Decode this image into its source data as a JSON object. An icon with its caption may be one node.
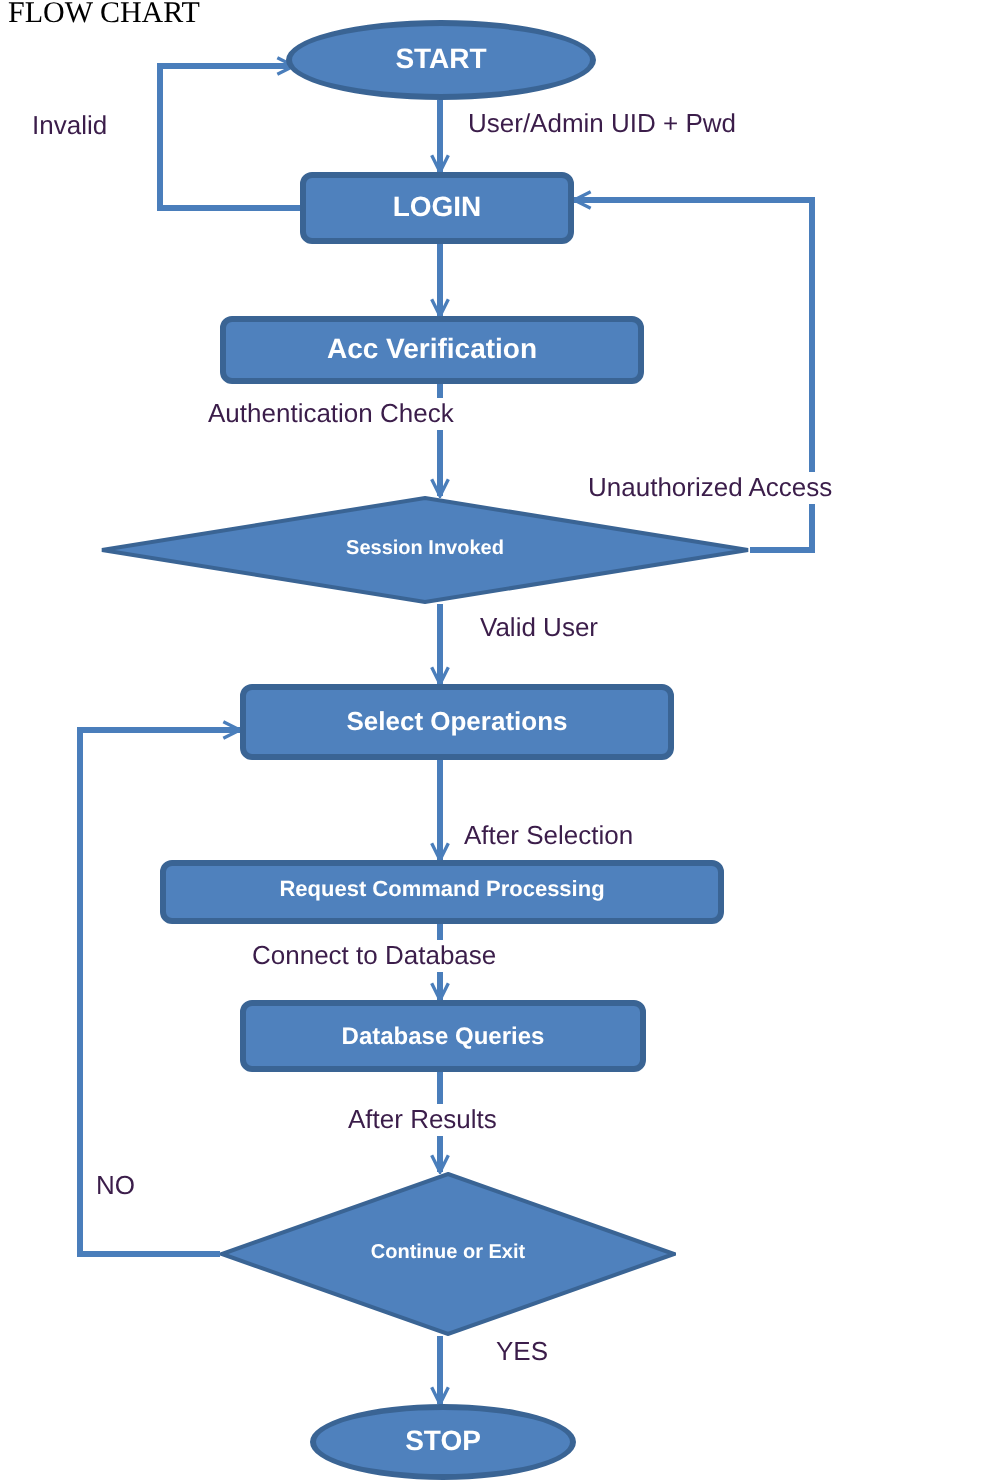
{
  "diagram": {
    "title": "FLOW CHART",
    "nodes": [
      {
        "text": [
          "START"
        ]
      },
      {
        "text": [
          "LOGIN"
        ]
      },
      {
        "text": [
          "Acc Verification"
        ]
      },
      {
        "text": [
          "Session Invoked"
        ]
      },
      {
        "text": [
          "Select Operations"
        ]
      },
      {
        "text": [
          "Request Command Processing"
        ]
      },
      {
        "text": [
          "Database Queries"
        ]
      },
      {
        "text": [
          "Continue or Exit"
        ]
      },
      {
        "text": [
          "STOP"
        ]
      }
    ],
    "edges": [
      {
        "from": 0,
        "to": 1,
        "arrow": "to",
        "label": "User/Admin UID + Pwd"
      },
      {
        "from": 1,
        "to": 0,
        "arrow": "to",
        "label": "Invalid"
      },
      {
        "from": 1,
        "to": 2,
        "arrow": "to"
      },
      {
        "from": 2,
        "to": 3,
        "arrow": "to",
        "label": "Authentication Check"
      },
      {
        "from": 3,
        "to": 1,
        "arrow": "to",
        "label": "Unauthorized Access"
      },
      {
        "from": 3,
        "to": 4,
        "arrow": "to",
        "label": "Valid User"
      },
      {
        "from": 4,
        "to": 5,
        "arrow": "to",
        "label": "After Selection"
      },
      {
        "from": 5,
        "to": 6,
        "arrow": "to",
        "label": "Connect to Database"
      },
      {
        "from": 6,
        "to": 7,
        "arrow": "to",
        "label": "After Results"
      },
      {
        "from": 7,
        "to": 4,
        "arrow": "to",
        "label": "NO"
      },
      {
        "from": 7,
        "to": 8,
        "arrow": "to",
        "label": "YES"
      }
    ]
  }
}
